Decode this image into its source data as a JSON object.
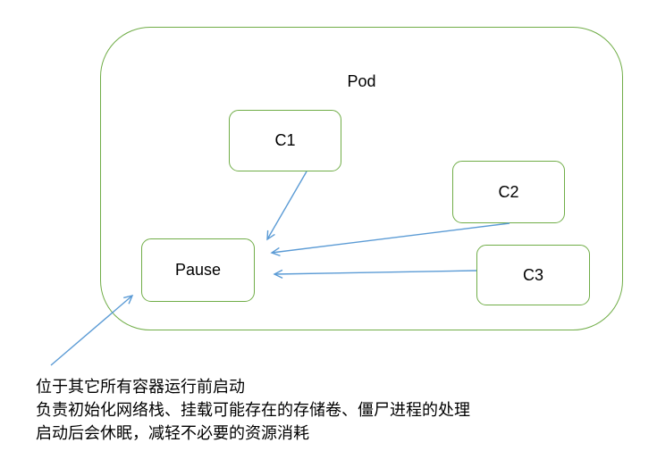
{
  "pod": {
    "label": "Pod"
  },
  "nodes": [
    {
      "id": "c1",
      "label": "C1"
    },
    {
      "id": "c2",
      "label": "C2"
    },
    {
      "id": "c3",
      "label": "C3"
    },
    {
      "id": "pause",
      "label": "Pause"
    }
  ],
  "annotation": {
    "line1": "位于其它所有容器运行前启动",
    "line2": "负责初始化网络栈、挂载可能存在的存储卷、僵尸进程的处理",
    "line3": "启动后会休眠，减轻不必要的资源消耗"
  },
  "colors": {
    "box_border": "#70AD47",
    "arrow": "#5B9BD5",
    "text": "#000000",
    "background": "#FFFFFF"
  }
}
